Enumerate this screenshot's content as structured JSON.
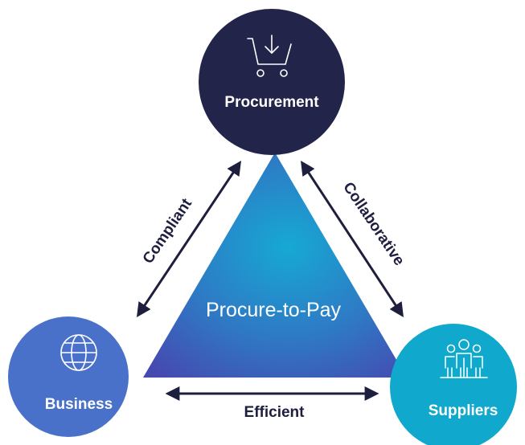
{
  "diagram": {
    "center_label": "Procure-to-Pay",
    "nodes": {
      "procurement": {
        "label": "Procurement",
        "icon": "shopping-cart-download-icon",
        "color": "#22244a"
      },
      "business": {
        "label": "Business",
        "icon": "globe-icon",
        "color": "#4a71c9"
      },
      "suppliers": {
        "label": "Suppliers",
        "icon": "people-group-icon",
        "color": "#10a8cc"
      }
    },
    "edges": {
      "left": "Compliant",
      "right": "Collaborative",
      "bottom": "Efficient"
    },
    "colors": {
      "arrow": "#1e1e3f",
      "triangle_light": "#16a9d4",
      "triangle_dark": "#4353b5"
    }
  }
}
